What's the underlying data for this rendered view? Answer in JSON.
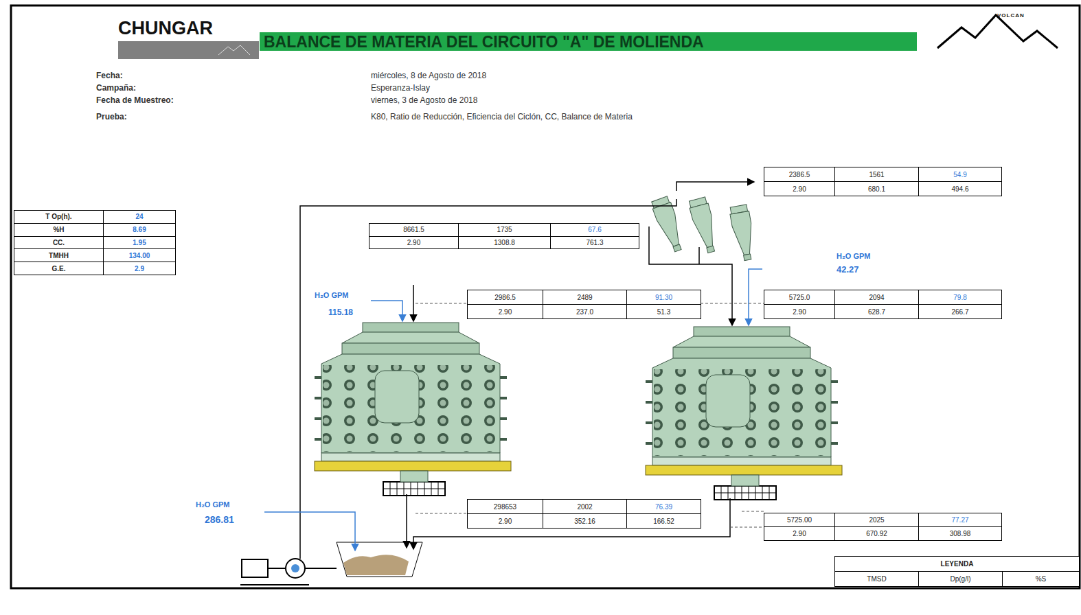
{
  "diagram": {
    "title": "BALANCE DE MATERIA DEL CIRCUITO \"A\" DE MOLIENDA",
    "nodes": [
      {
        "text": [
          "T Op(h).",
          "24",
          "%H",
          "8.69",
          "CC.",
          "1.95",
          "TMHH",
          "134.00",
          "G.E.",
          "2.9"
        ]
      },
      {
        "text": [
          "2386.5",
          "1561",
          "54.9",
          "2.90",
          "680.1",
          "494.6"
        ]
      },
      {
        "text": [
          "8661.5",
          "1735",
          "67.6",
          "2.90",
          "1308.8",
          "761.3"
        ]
      },
      {
        "text": [
          "2986.5",
          "2489",
          "91.30",
          "2.90",
          "237.0",
          "51.3"
        ]
      },
      {
        "text": [
          "5725.0",
          "2094",
          "79.8",
          "2.90",
          "628.7",
          "266.7"
        ]
      },
      {
        "text": [
          "298653",
          "2002",
          "76.39",
          "2.90",
          "352.16",
          "166.52"
        ]
      },
      {
        "text": [
          "5725.00",
          "2025",
          "77.27",
          "2.90",
          "670.92",
          "308.98"
        ]
      },
      {
        "text": [
          "LEYENDA",
          "TMSD",
          "Dp(g/l)",
          "%S"
        ]
      }
    ],
    "labels": [
      "CHUNGAR",
      "VOLCAN",
      "Fecha:",
      "Campaña:",
      "Fecha de Muestreo:",
      "Prueba:",
      "miércoles, 8 de Agosto de 2018",
      "Esperanza-Islay",
      "viernes, 3 de Agosto de 2018",
      "K80, Ratio de Reducción, Eficiencia del Ciclón, CC, Balance de Materia",
      "H₂O GPM",
      "115.18",
      "H₂O GPM",
      "42.27",
      "H₂O GPM",
      "286.81"
    ]
  }
}
